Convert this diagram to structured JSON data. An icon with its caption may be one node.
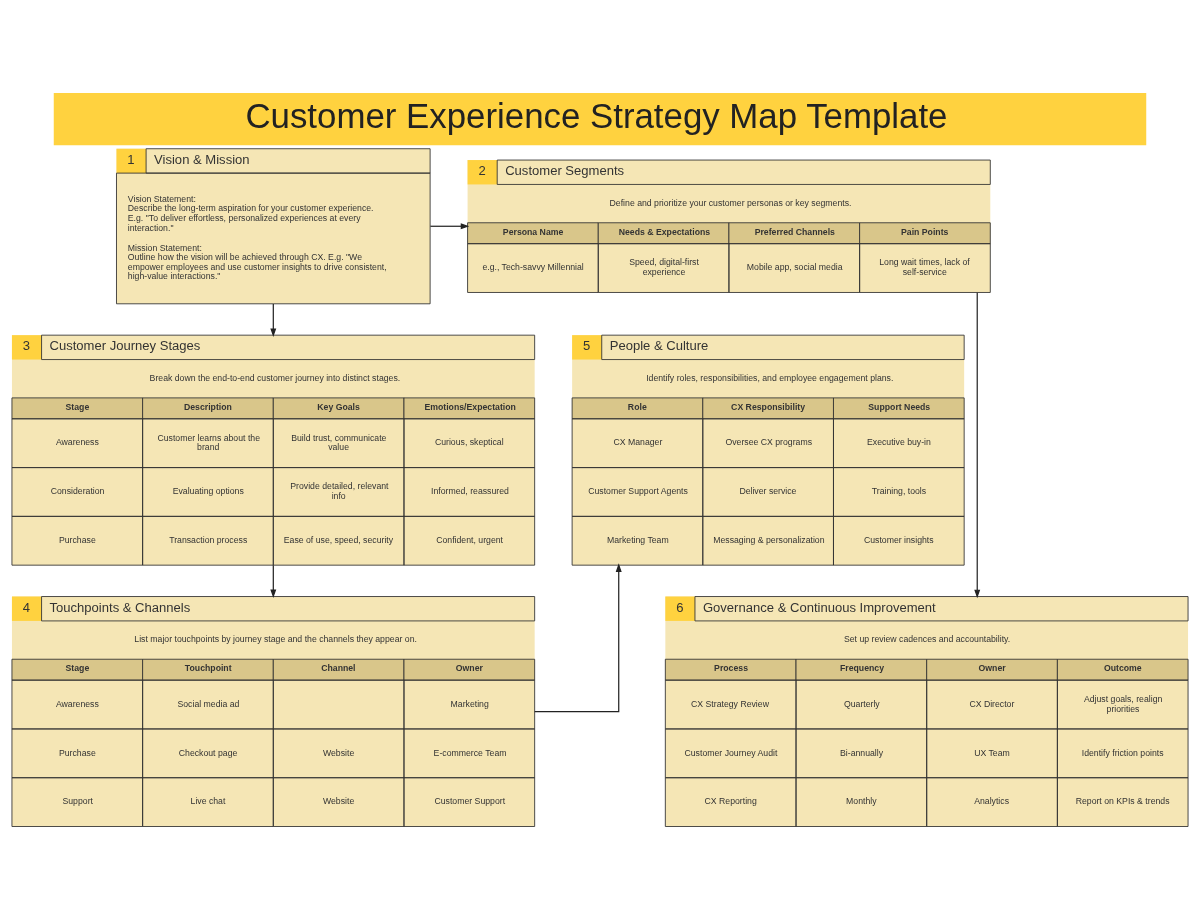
{
  "diagram": {
    "title": "Customer Experience Strategy Map Template",
    "nodes": [
      {
        "text": [
          "1",
          "Vision & Mission",
          "Vision Statement:",
          "Describe the long-term aspiration for your customer experience. E.g. \"To deliver effortless, personalized experiences at every interaction.\"",
          "Mission Statement:",
          "Outline how the vision will be achieved through CX. E.g. \"We empower employees and use customer insights to drive consistent, high-value interactions.\""
        ]
      },
      {
        "text": [
          "2",
          "Customer Segments",
          "Define and prioritize your customer personas or key segments.",
          "Persona Name",
          "Needs & Expectations",
          "Preferred Channels",
          "Pain Points",
          "e.g., Tech-savvy Millennial",
          "Speed, digital-first experience",
          "Mobile app, social media",
          "Long wait times, lack of self-service"
        ]
      },
      {
        "text": [
          "3",
          "Customer Journey Stages",
          "Break down the end-to-end customer journey into distinct stages.",
          "Stage",
          "Description",
          "Key Goals",
          "Emotions/Expectation",
          "Awareness",
          "Customer learns about the brand",
          "Build trust, communicate value",
          "Curious, skeptical",
          "Consideration",
          "Evaluating options",
          "Provide detailed, relevant info",
          "Informed, reassured",
          "Purchase",
          "Transaction process",
          "Ease of use, speed, security",
          "Confident, urgent"
        ]
      },
      {
        "text": [
          "4",
          "Touchpoints & Channels",
          "List major touchpoints by journey stage and the channels they appear on.",
          "Stage",
          "Touchpoint",
          "Channel",
          "Owner",
          "Awareness",
          "Social media ad",
          "Marketing",
          "Purchase",
          "Checkout page",
          "Website",
          "E-commerce Team",
          "Support",
          "Live chat",
          "Website",
          "Customer Support"
        ]
      },
      {
        "text": [
          "5",
          "People & Culture",
          "Identify roles, responsibilities, and employee engagement plans.",
          "Role",
          "CX Responsibility",
          "Support Needs",
          "CX Manager",
          "Oversee CX programs",
          "Executive buy-in",
          "Customer Support Agents",
          "Deliver service",
          "Training, tools",
          "Marketing Team",
          "Messaging & personalization",
          "Customer insights"
        ]
      },
      {
        "text": [
          "6",
          "Governance & Continuous Improvement",
          "Set up review cadences and accountability.",
          "Process",
          "Frequency",
          "Owner",
          "Outcome",
          "CX Strategy Review",
          "Quarterly",
          "CX Director",
          "Adjust goals, realign priorities",
          "Customer Journey Audit",
          "Bi-annually",
          "UX Team",
          "Identify friction points",
          "CX Reporting",
          "Monthly",
          "Analytics",
          "Report on KPIs & trends"
        ]
      }
    ],
    "edges": [
      {
        "from": 0,
        "to": 1,
        "arrow": "to"
      },
      {
        "from": 0,
        "to": 2,
        "arrow": "to"
      },
      {
        "from": 2,
        "to": 3,
        "arrow": "to"
      },
      {
        "from": 3,
        "to": 4,
        "arrow": "to"
      },
      {
        "from": 1,
        "to": 5,
        "arrow": "to"
      }
    ]
  }
}
